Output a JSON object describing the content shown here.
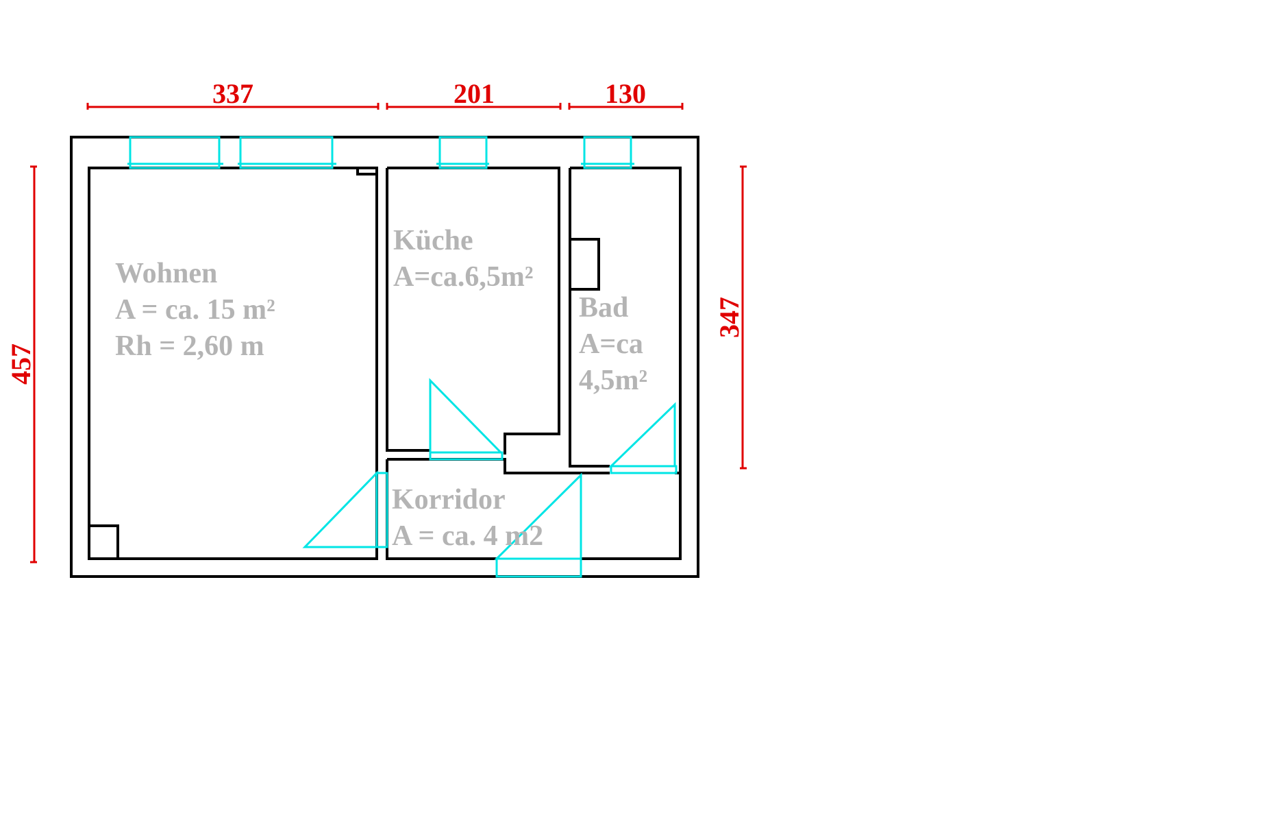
{
  "colors": {
    "wall": "#000000",
    "window_door": "#00e5e5",
    "dimension": "#e00000",
    "room_label": "#b4b4b4",
    "background": "#ffffff"
  },
  "dimensions": {
    "top_1": "337",
    "top_2": "201",
    "top_3": "130",
    "left": "457",
    "right": "347"
  },
  "rooms": {
    "wohnen": {
      "name": "Wohnen",
      "area": "A = ca. 15 m²",
      "height": "Rh = 2,60 m"
    },
    "kueche": {
      "name": "Küche",
      "area": "A=ca.6,5m²"
    },
    "bad": {
      "name": "Bad",
      "area_line1": "A=ca",
      "area_line2": "4,5m²"
    },
    "korridor": {
      "name": "Korridor",
      "area": "A = ca. 4 m2"
    }
  }
}
